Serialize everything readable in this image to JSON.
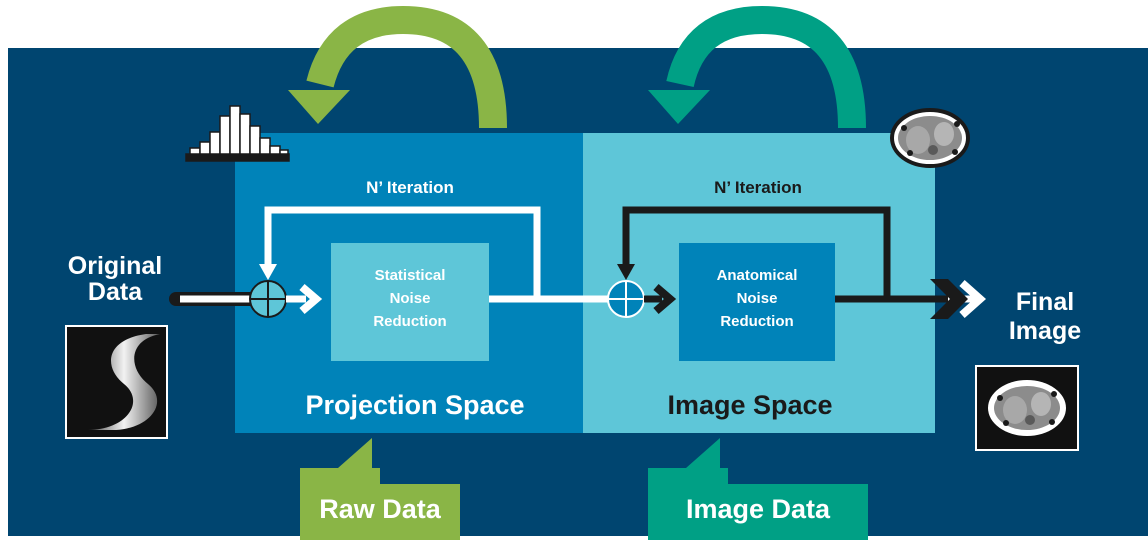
{
  "diagram": {
    "input": {
      "line1": "Original",
      "line2": "Data"
    },
    "output": {
      "line1": "Final",
      "line2": "Image"
    },
    "projection_space": {
      "title": "Projection Space",
      "iteration": "N’ Iteration",
      "block": {
        "line1": "Statistical",
        "line2": "Noise",
        "line3": "Reduction"
      },
      "tag": "Raw Data"
    },
    "image_space": {
      "title": "Image Space",
      "iteration": "N’ Iteration",
      "block": {
        "line1": "Anatomical",
        "line2": "Noise",
        "line3": "Reduction"
      },
      "tag": "Image Data"
    }
  },
  "colors": {
    "background": "#004570",
    "projection_panel": "#0083b9",
    "image_panel": "#5ec6d8",
    "statistical_block": "#5ec6d8",
    "anatomical_block": "#0083b9",
    "green_accent": "#8ab546",
    "teal_accent": "#00a085",
    "icons": [
      "histogram-icon",
      "ct-scan-icon",
      "sinogram-icon"
    ]
  }
}
